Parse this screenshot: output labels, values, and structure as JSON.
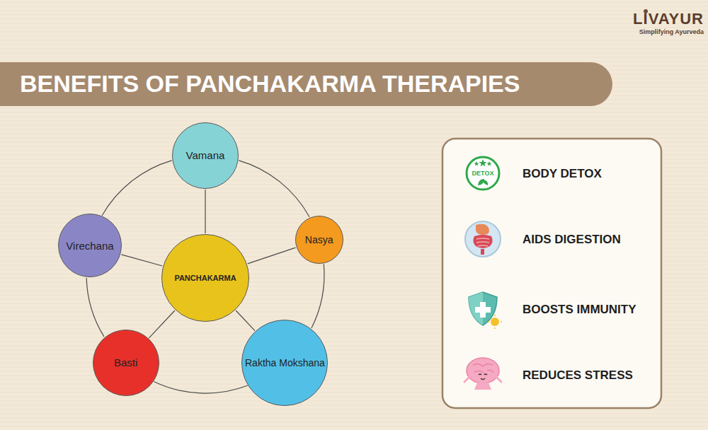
{
  "diagram": {
    "title": "BENEFITS OF PANCHAKARMA THERAPIES",
    "nodes": [
      {
        "text": [
          "PANCHAKARMA"
        ]
      },
      {
        "text": [
          "Vamana"
        ]
      },
      {
        "text": [
          "Nasya"
        ]
      },
      {
        "text": [
          "Raktha Mokshana"
        ]
      },
      {
        "text": [
          "Basti"
        ]
      },
      {
        "text": [
          "Virechana"
        ]
      },
      {
        "text": [
          "DETOX"
        ]
      }
    ],
    "edges": [
      {
        "from": 0,
        "to": 1,
        "arrow": "none"
      },
      {
        "from": 0,
        "to": 2,
        "arrow": "none"
      },
      {
        "from": 0,
        "to": 3,
        "arrow": "none"
      },
      {
        "from": 0,
        "to": 4,
        "arrow": "none"
      },
      {
        "from": 0,
        "to": 5,
        "arrow": "none"
      },
      {
        "from": 1,
        "to": 2,
        "arrow": "none"
      },
      {
        "from": 2,
        "to": 3,
        "arrow": "none"
      },
      {
        "from": 3,
        "to": 4,
        "arrow": "none"
      },
      {
        "from": 4,
        "to": 5,
        "arrow": "none"
      },
      {
        "from": 5,
        "to": 1,
        "arrow": "none"
      }
    ],
    "labels": [
      "LIVAYUR",
      "Simplifying Ayurveda",
      "BODY DETOX",
      "AIDS DIGESTION",
      "BOOSTS IMMUNITY",
      "REDUCES STRESS"
    ]
  }
}
